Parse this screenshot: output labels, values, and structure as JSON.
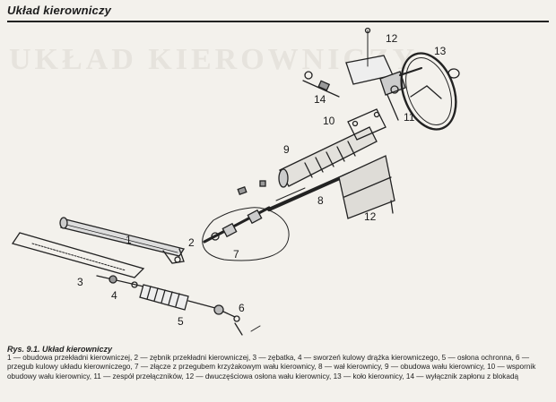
{
  "header": {
    "title": "Układ kierowniczy"
  },
  "watermark": {
    "text": "UKŁAD KIEROWNICZY"
  },
  "figure": {
    "callouts": [
      "1",
      "2",
      "3",
      "4",
      "5",
      "6",
      "7",
      "8",
      "9",
      "10",
      "11",
      "12",
      "12",
      "13",
      "14"
    ]
  },
  "caption": {
    "title": "Rys. 9.1. Układ kierowniczy",
    "text": "1 — obudowa przekładni kierowniczej, 2 — zębnik przekładni kierowniczej, 3 — zębatka, 4 — sworzeń kulowy drążka kierowniczego, 5 — osłona ochronna, 6 — przegub kulowy układu kierowniczego, 7 — złącze z przegubem krzyżakowym wału kierownicy, 8 — wał kierownicy, 9 — obudowa wału kierownicy, 10 — wspornik obudowy wału kierownicy, 11 — zespół przełączników, 12 — dwuczęściowa osłona wału kierownicy, 13 — koło kierownicy, 14 — wyłącznik zapłonu z blokadą"
  }
}
